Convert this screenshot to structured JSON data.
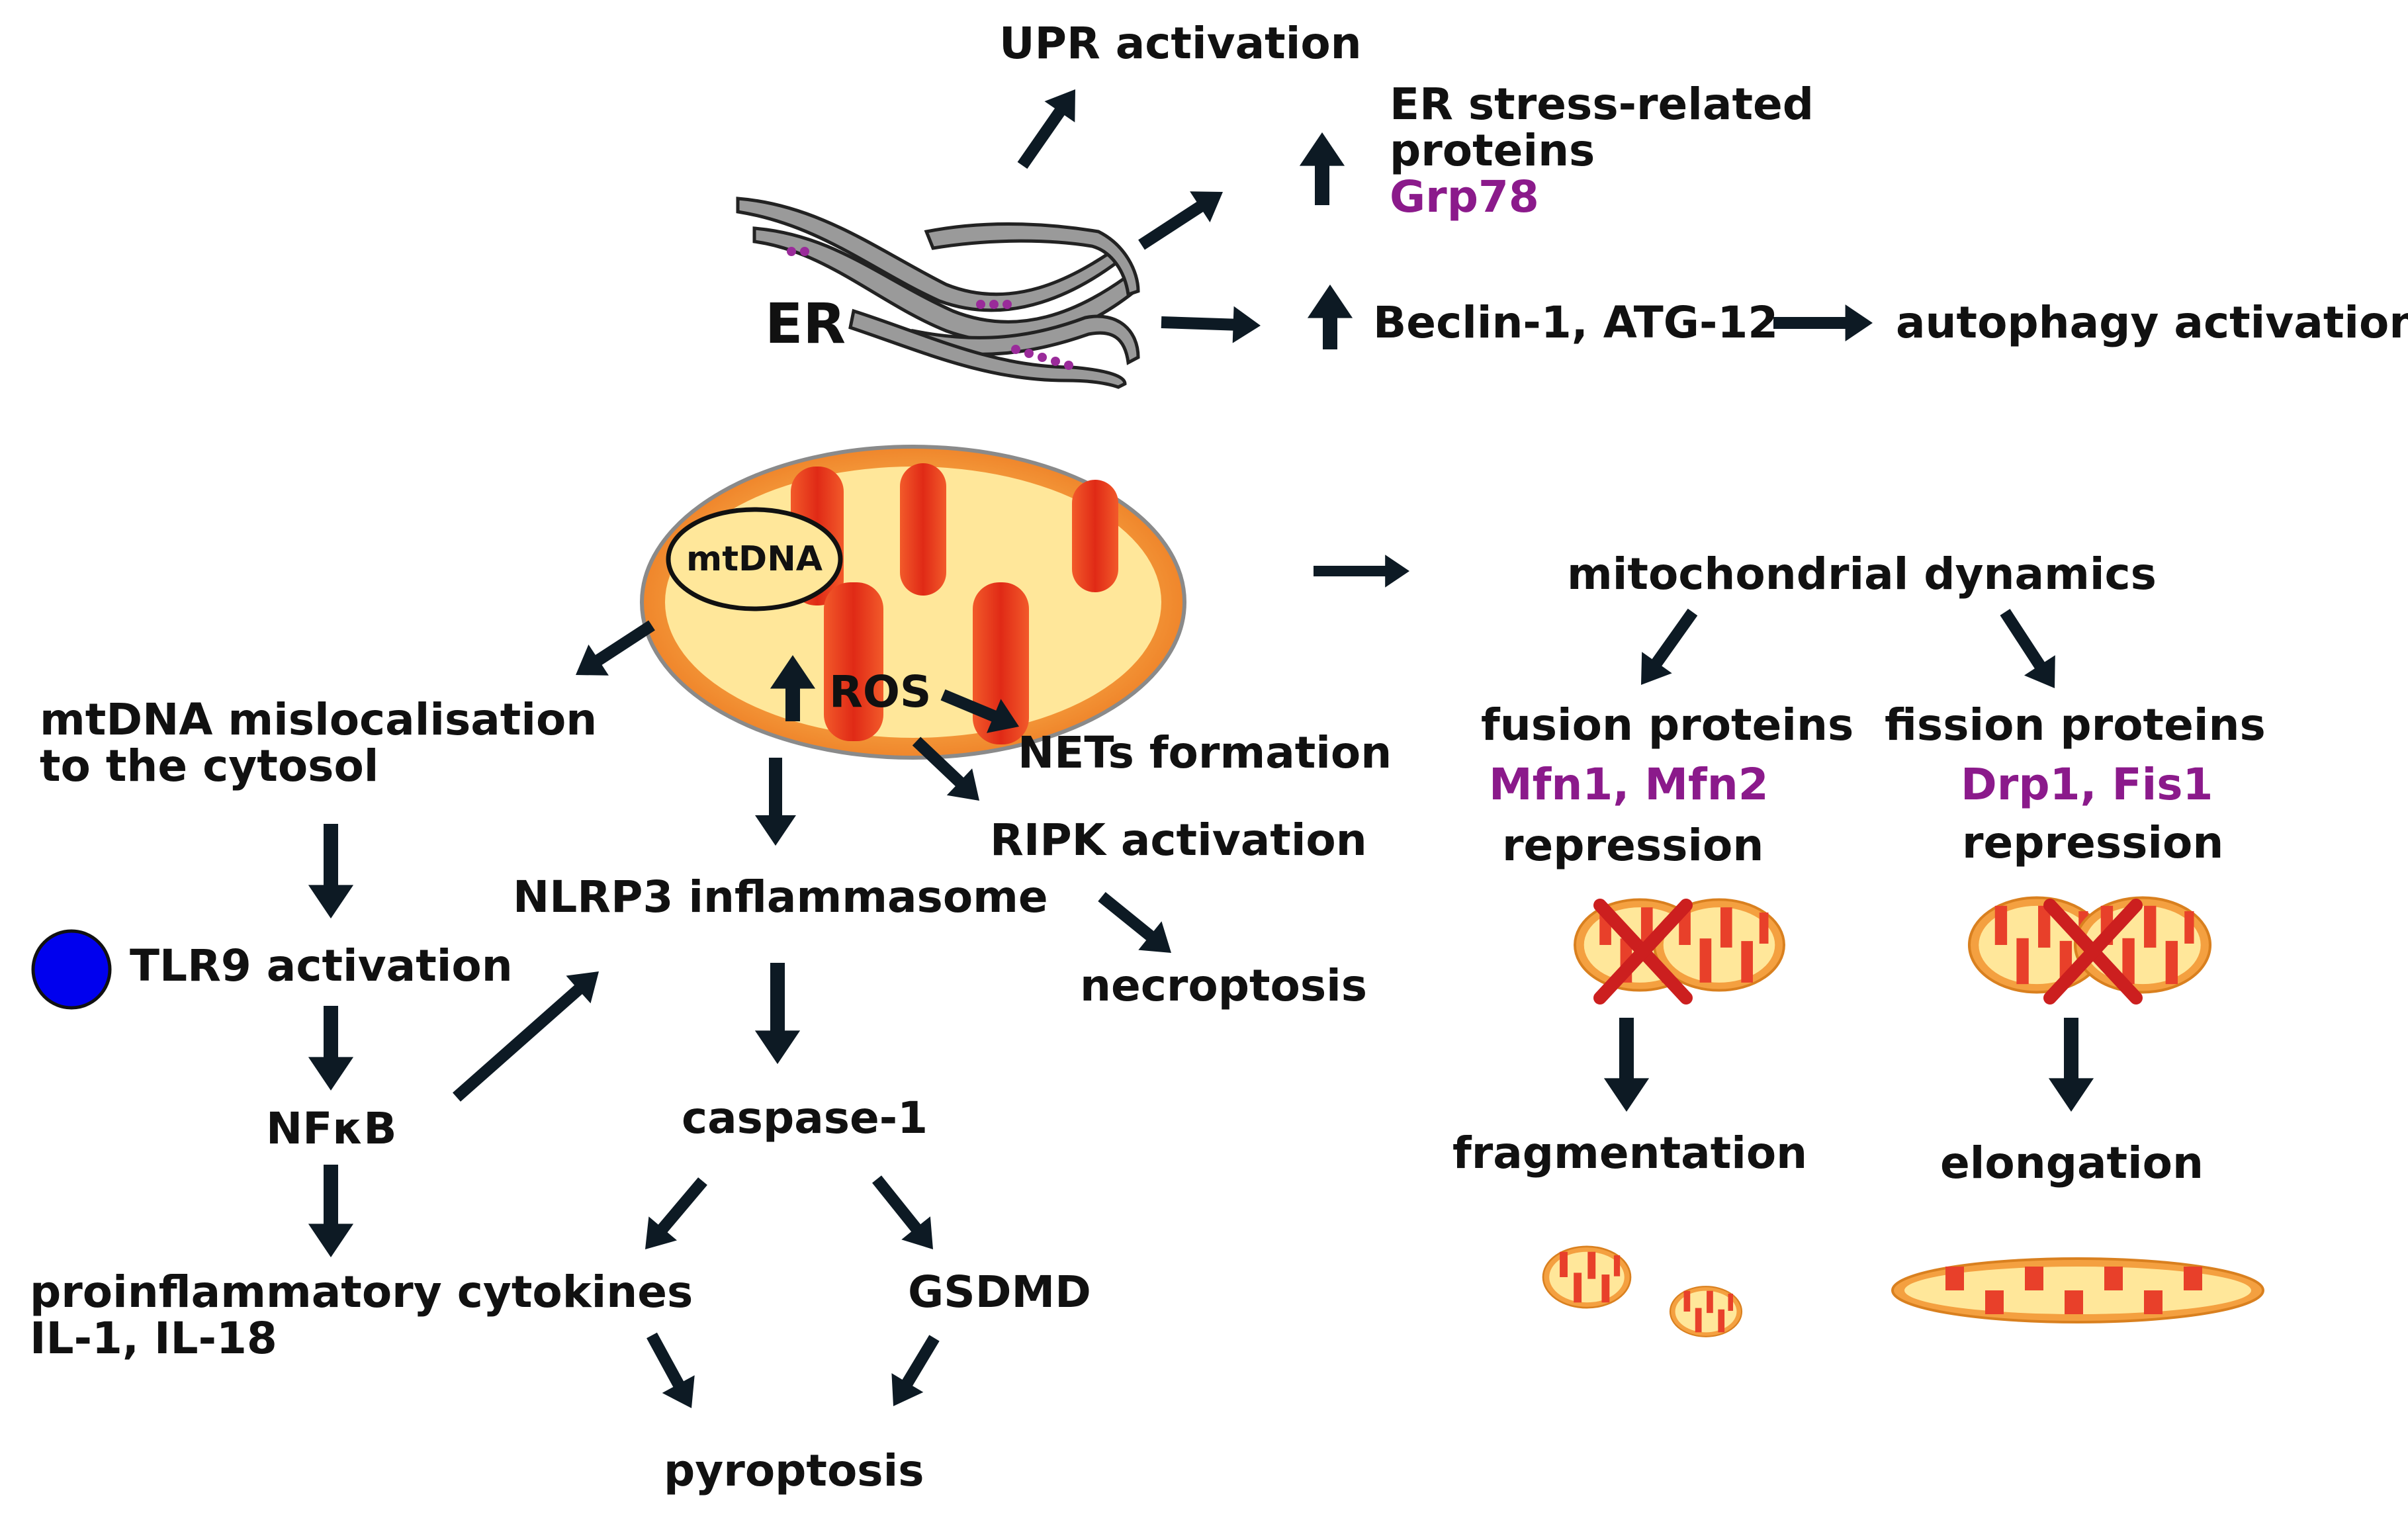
{
  "colors": {
    "text": "#111111",
    "accent_purple": "#8b1a8b",
    "arrow": "#0d1a24",
    "mito_outer": "#f08a2a",
    "mito_inner": "#ffe79a",
    "mito_cristae": "#e8301a",
    "tlr9_circle": "#0000ee",
    "red_cross": "#cc1f1f",
    "er_fill": "#9a9a9a",
    "er_dots": "#9a2b9a"
  },
  "labels": {
    "upr_activation": "UPR activation",
    "er_stress_line1": "ER stress-related",
    "er_stress_line2": "proteins",
    "grp78": "Grp78",
    "er": "ER",
    "beclin_atg12": "Beclin-1, ATG-12",
    "autophagy_activation": "autophagy activation",
    "mtdna": "mtDNA",
    "ros": "ROS",
    "mtdna_mislocalisation_line1": "mtDNA mislocalisation",
    "mtdna_mislocalisation_line2": "to the cytosol",
    "nets_formation": "NETs formation",
    "ripk_activation": "RIPK activation",
    "nlrp3_inflammasome": "NLRP3 inflammasome",
    "necroptosis": "necroptosis",
    "tlr9_activation": "TLR9 activation",
    "nfkb": "NFκB",
    "caspase1": "caspase-1",
    "proinflammatory_line1": "proinflammatory cytokines",
    "proinflammatory_line2": "IL-1, IL-18",
    "gsdmd": "GSDMD",
    "pyroptosis": "pyroptosis",
    "mitochondrial_dynamics": "mitochondrial dynamics",
    "fusion_proteins": "fusion proteins",
    "mfn": "Mfn1, Mfn2",
    "fusion_repression": "repression",
    "fission_proteins": "fission proteins",
    "drp_fis": "Drp1, Fis1",
    "fission_repression": "repression",
    "fragmentation": "fragmentation",
    "elongation": "elongation"
  }
}
